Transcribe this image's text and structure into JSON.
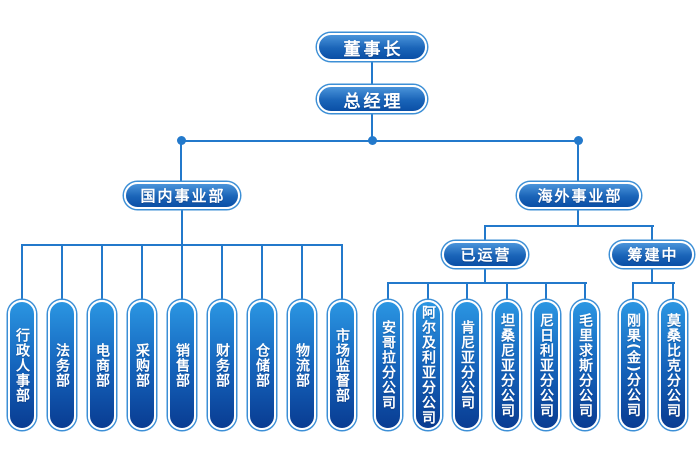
{
  "org_chart": {
    "chairman": {
      "label": "董事长"
    },
    "general_manager": {
      "label": "总经理"
    },
    "divisions": [
      {
        "label": "国内事业部",
        "departments": [
          "行政人事部",
          "法务部",
          "电商部",
          "采购部",
          "销售部",
          "财务部",
          "仓储部",
          "物流部",
          "市场监督部"
        ]
      },
      {
        "label": "海外事业部",
        "groups": [
          {
            "label": "已运营",
            "branches": [
              "安哥拉分公司",
              "阿尔及利亚分公司",
              "肯尼亚分公司",
              "坦桑尼亚分公司",
              "尼日利亚分公司",
              "毛里求斯分公司"
            ]
          },
          {
            "label": "筹建中",
            "branches": [
              "刚果(金)分公司",
              "莫桑比克分公司"
            ]
          }
        ]
      }
    ]
  },
  "colors": {
    "connector": "#2379cb",
    "node_gradient_top": "#4a94da",
    "node_gradient_bottom": "#0a4fa6",
    "pill_gradient_top": "#2b96e2",
    "pill_gradient_bottom": "#093c92",
    "node_ring": "#3c8fd6",
    "node_text": "#ffffff",
    "background": "#ffffff"
  }
}
